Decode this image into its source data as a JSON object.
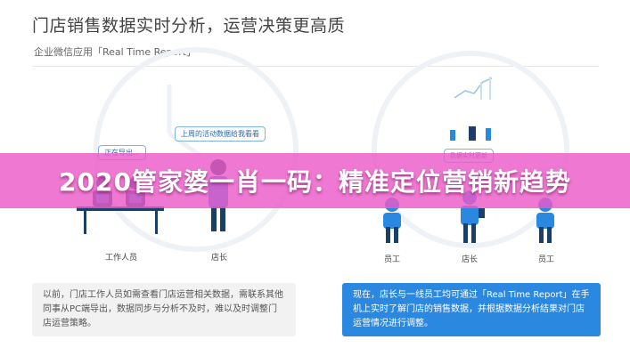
{
  "header": {
    "title": "门店销售数据实时分析，运营决策更高质",
    "subtitle": "企业微信应用「Real Time Report」"
  },
  "diagram": {
    "before_bubble": "正在导出...",
    "manager_bubble": "上周的活动数据给我看看",
    "after_bubble": "数据实时更新",
    "label_staff": "工作人员",
    "label_manager_left": "店长",
    "label_employee_1": "员工",
    "label_manager_right": "店长",
    "label_employee_2": "员工"
  },
  "panels": {
    "before_text": "以前，门店工作人员如需查看门店运营相关数据，需联系其他同事从PC端导出，数据同步与分析不及时，难以及时调整门店运营策略。",
    "after_text": "现在，店长与一线员工均可通过「Real Time Report」在手机上实时了解门店的销售数据，并根据数据分析结果对门店运营情况进行调整。"
  },
  "banner": {
    "text": "2020管家婆一肖一码：精准定位营销新趋势"
  },
  "colors": {
    "accent_blue": "#2b88e0",
    "figure_dark": "#1b3f66",
    "banner_pink": "#ec5cc8"
  }
}
